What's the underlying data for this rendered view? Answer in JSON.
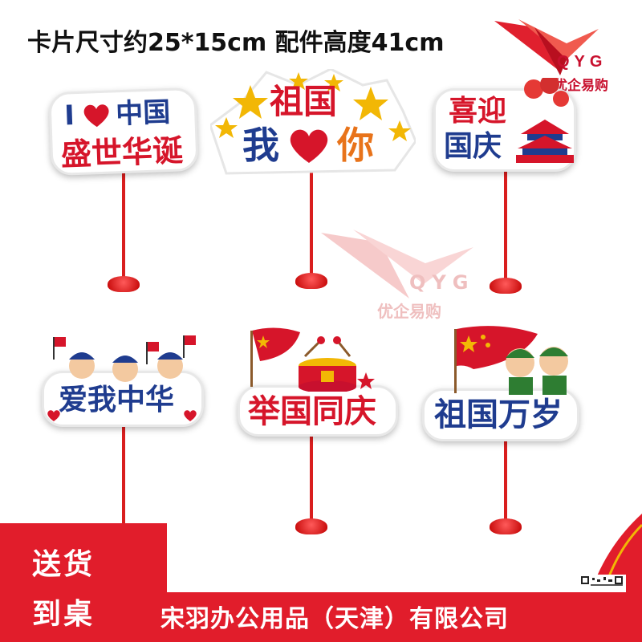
{
  "spec_text": "卡片尺寸约25*15cm  配件高度41cm",
  "logo": {
    "letters": "QYG",
    "brand": "优企易购"
  },
  "watermark": {
    "letters": "QYG",
    "brand": "优企易购"
  },
  "cards": [
    {
      "line1_a": "I",
      "line1_b": "中国",
      "line2": "盛世华诞"
    },
    {
      "line1": "祖国",
      "line2_a": "我",
      "line2_b": "你"
    },
    {
      "line1": "喜迎",
      "line2": "国庆"
    },
    {
      "text": "爱我中华"
    },
    {
      "text": "举国同庆"
    },
    {
      "text": "祖国万岁"
    }
  ],
  "badge": {
    "line1": "送货",
    "line2": "到桌"
  },
  "company": "宋羽办公用品（天津）有限公司",
  "colors": {
    "primary_red": "#e11d2b",
    "navy": "#1f3c8f",
    "orange": "#e8731a",
    "gold": "#f2b705"
  }
}
